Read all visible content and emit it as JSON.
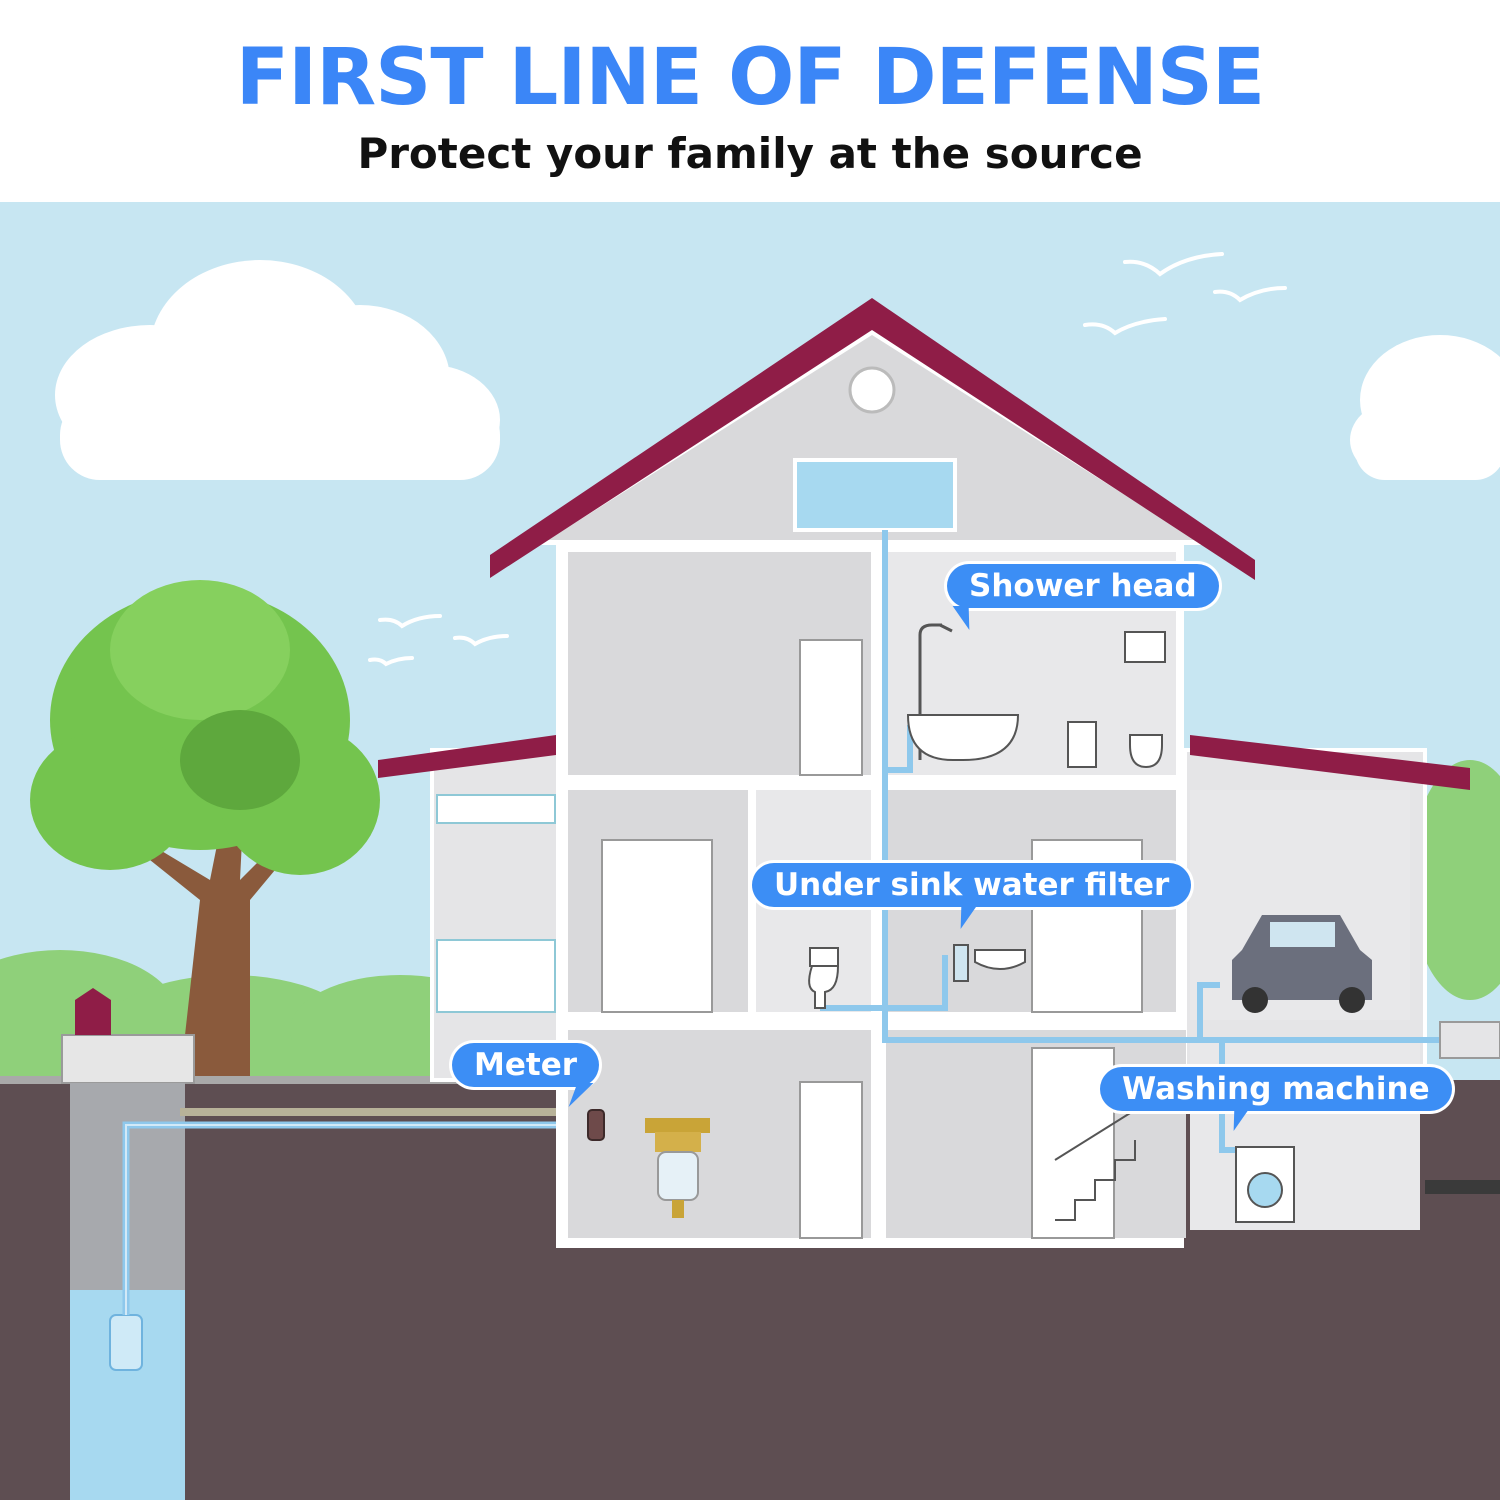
{
  "header": {
    "title": "FIRST LINE OF DEFENSE",
    "subtitle": "Protect your family at the source"
  },
  "callouts": {
    "shower_head": "Shower head",
    "under_sink_filter": "Under sink water filter",
    "meter": "Meter",
    "washing_machine": "Washing machine"
  },
  "colors": {
    "title_blue": "#3b86f7",
    "callout_blue": "#3c8ef5",
    "sky": "#c7e6f2",
    "ground": "#5e4e52",
    "roof": "#8f1d47",
    "water_pipe": "#8ec8ec",
    "house_wall": "#d9d9db",
    "tree_green": "#74c44e"
  }
}
